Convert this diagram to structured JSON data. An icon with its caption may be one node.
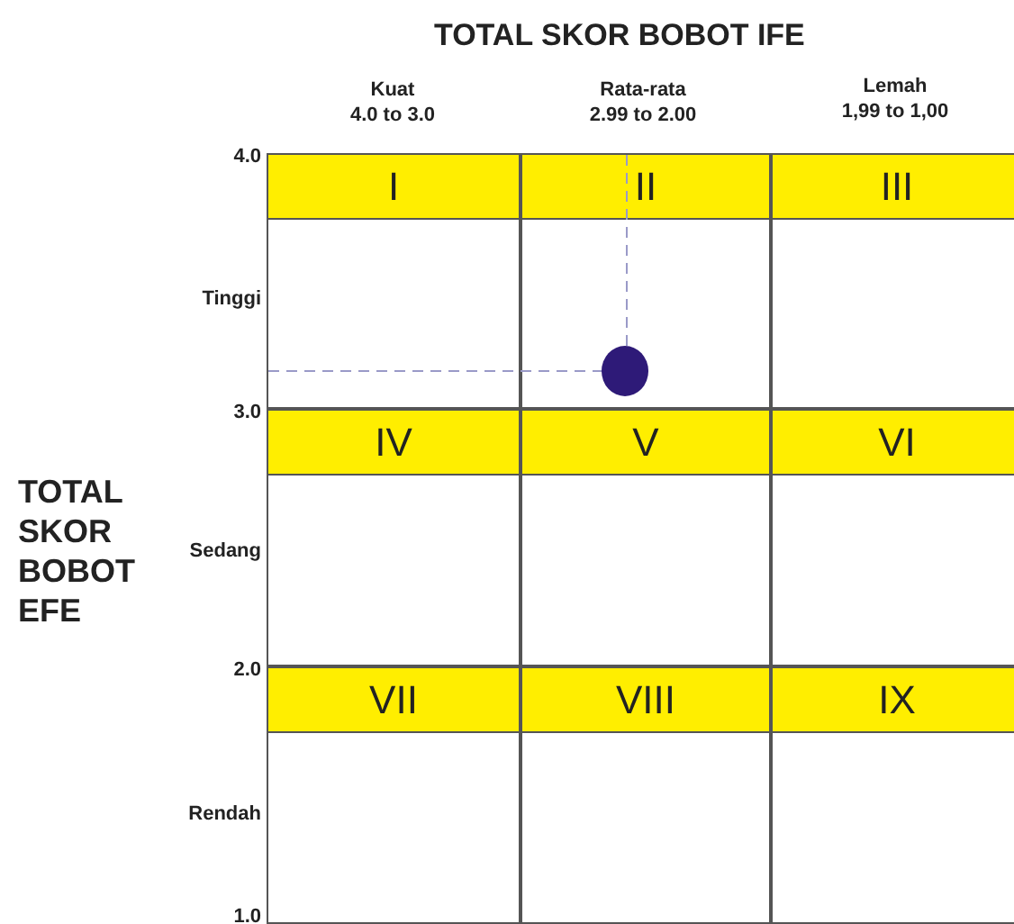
{
  "diagram": {
    "title": "TOTAL SKOR BOBOT IFE",
    "nodes": [
      {
        "text": [
          "I"
        ]
      },
      {
        "text": [
          "II"
        ]
      },
      {
        "text": [
          "III"
        ]
      },
      {
        "text": [
          "IV"
        ]
      },
      {
        "text": [
          "V"
        ]
      },
      {
        "text": [
          "VI"
        ]
      },
      {
        "text": [
          "VII"
        ]
      },
      {
        "text": [
          "VIII"
        ]
      },
      {
        "text": [
          "IX"
        ]
      }
    ],
    "labels": [
      "Kuat",
      "4.0 to 3.0",
      "Rata-rata",
      "2.99 to 2.00",
      "Lemah",
      "1,99 to 1,00",
      "4.0",
      "Tinggi",
      "3.0",
      "TOTAL SKOR BOBOT EFE",
      "Sedang",
      "2.0",
      "Rendah",
      "1.0"
    ]
  }
}
